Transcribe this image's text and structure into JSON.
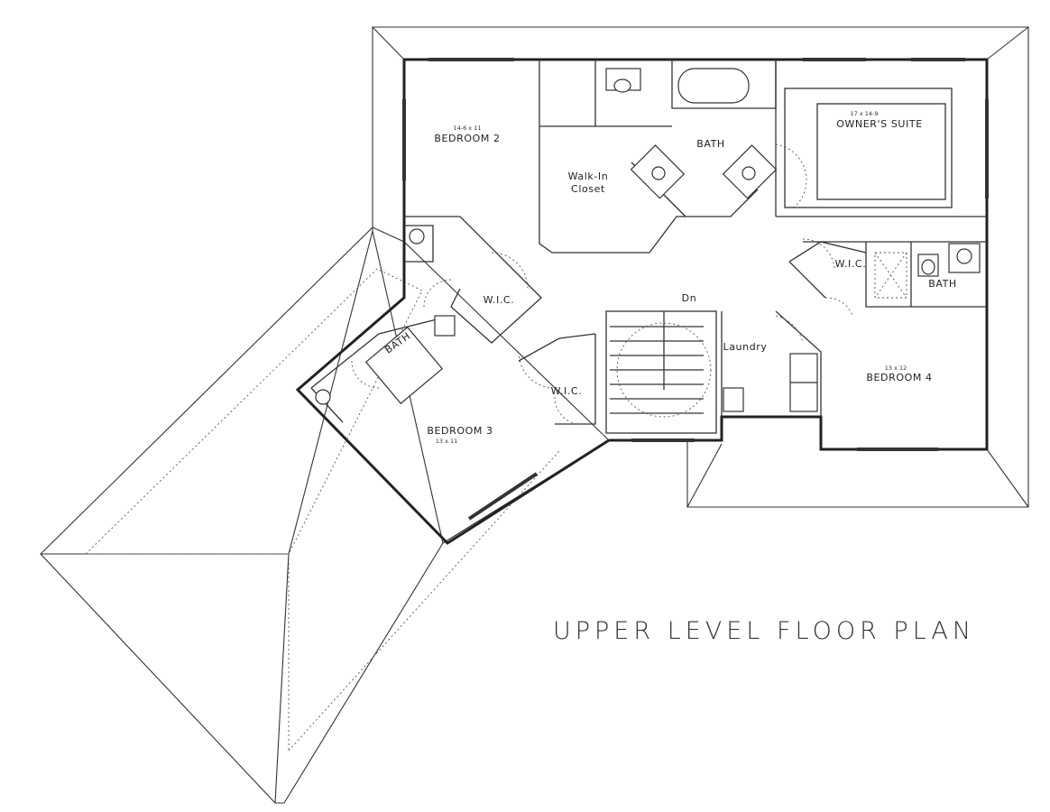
{
  "title": "UPPER LEVEL FLOOR PLAN",
  "rooms": {
    "bedroom2": {
      "name": "BEDROOM 2",
      "dim": "14-6 x 11"
    },
    "owners_suite": {
      "name": "OWNER'S SUITE",
      "dim": "17 x 14-9"
    },
    "owners_bath": {
      "name": "BATH"
    },
    "walkin_closet": {
      "line1": "Walk-In",
      "line2": "Closet"
    },
    "wic_bed2": {
      "name": "W.I.C."
    },
    "wic_bed3": {
      "name": "W.I.C."
    },
    "wic_bed4": {
      "name": "W.I.C."
    },
    "bath_bed3": {
      "name": "BATH"
    },
    "bath_bed4": {
      "name": "BATH"
    },
    "bedroom3": {
      "name": "BEDROOM 3",
      "dim": "13 x 11"
    },
    "bedroom4": {
      "name": "BEDROOM 4",
      "dim": "13 x 12"
    },
    "laundry": {
      "name": "Laundry"
    },
    "stair": {
      "name": "Dn"
    }
  }
}
